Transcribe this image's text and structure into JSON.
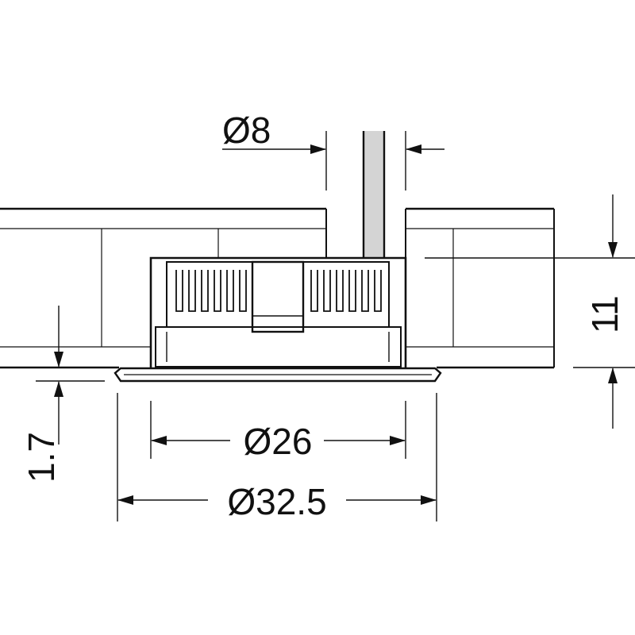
{
  "dimensions": {
    "cable_diameter": "Ø8",
    "height": "11",
    "flange_thickness": "1.7",
    "cutout_diameter": "Ø26",
    "flange_diameter": "Ø32.5"
  },
  "colors": {
    "line": "#111111",
    "cable": "#d4d4d4",
    "background": "#ffffff"
  }
}
